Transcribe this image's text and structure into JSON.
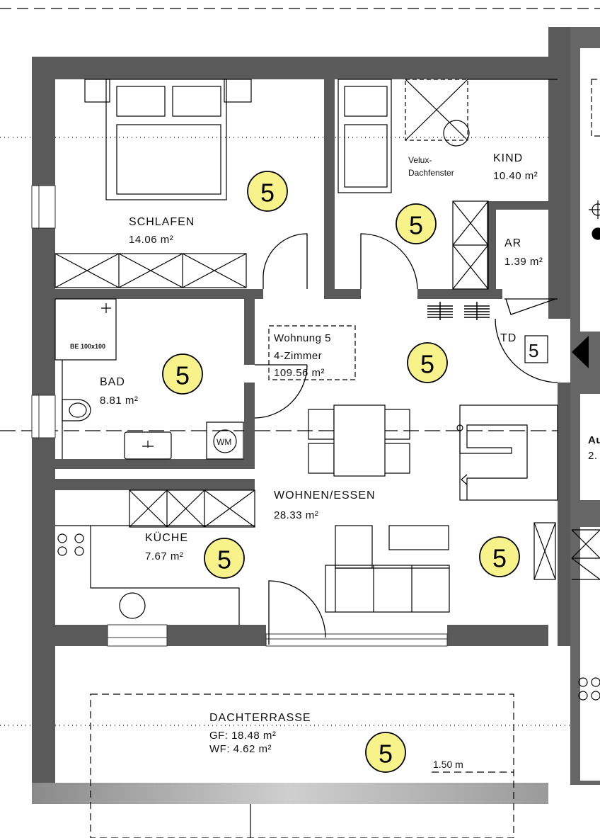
{
  "plan": {
    "unit": {
      "label": "Wohnung 5",
      "type": "4-Zimmer",
      "area": "109.56 m²"
    },
    "rooms": [
      {
        "name": "SCHLAFEN",
        "area": "14.06  m²"
      },
      {
        "name": "KIND",
        "area": "10.40  m²"
      },
      {
        "name": "AR",
        "area": "1.39 m²"
      },
      {
        "name": "BAD",
        "area": "8.81 m²"
      },
      {
        "name": "WOHNEN/ESSEN",
        "area": "28.33  m²"
      },
      {
        "name": "KÜCHE",
        "area": "7.67  m²"
      }
    ],
    "terrace": {
      "name": "DACHTERRASSE",
      "gf": "GF: 18.48 m²",
      "wf": "WF: 4.62 m²",
      "dimension": "1.50 m"
    },
    "annotations": {
      "velux_1": "Velux-",
      "velux_2": "Dachfenster",
      "shower": "BE 100x100",
      "washer": "WM",
      "door": "TD",
      "door_number": "5",
      "neighbor_1": "Au",
      "neighbor_2": "2."
    },
    "badge_label": "5",
    "colors": {
      "wall": "#5a5a5a",
      "badge": "#f7f38a"
    }
  }
}
